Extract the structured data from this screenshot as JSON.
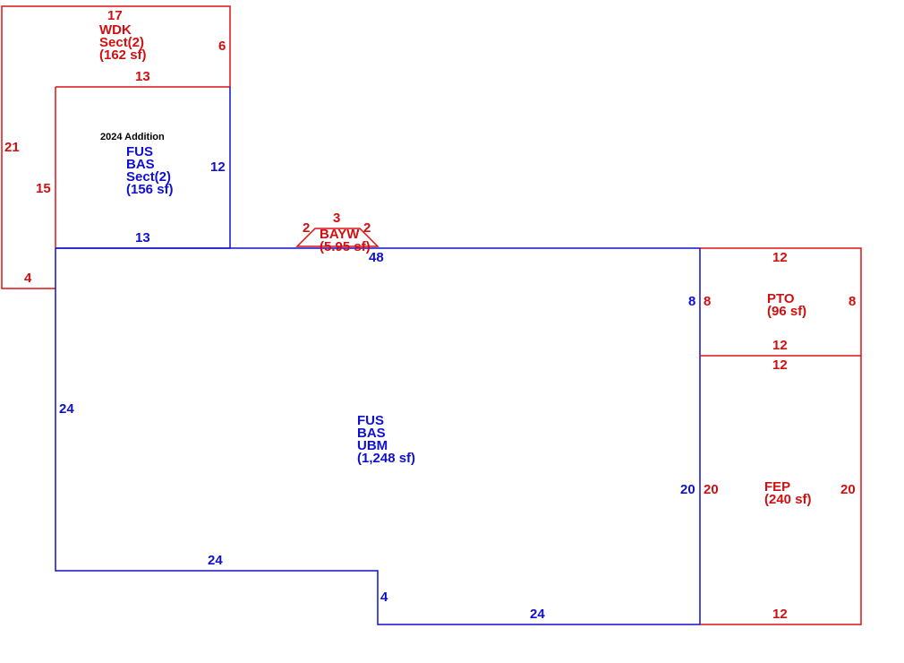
{
  "colors": {
    "blue": "#1010d0",
    "red": "#d01010"
  },
  "addition_note": "2024 Addition",
  "areas": {
    "wdk": {
      "lines": [
        "WDK",
        "Sect(2)",
        "(162 sf)"
      ]
    },
    "fus_sect2": {
      "lines": [
        "FUS",
        "BAS",
        "Sect(2)",
        "(156 sf)"
      ]
    },
    "main": {
      "lines": [
        "FUS",
        "BAS",
        "UBM",
        "(1,248 sf)"
      ]
    },
    "pto": {
      "lines": [
        "PTO",
        "(96 sf)"
      ]
    },
    "fep": {
      "lines": [
        "FEP",
        "(240 sf)"
      ]
    },
    "bay": {
      "lines": [
        "BAYW",
        "(5.95 sf)"
      ]
    }
  },
  "dimensions": {
    "wdk_top": "17",
    "wdk_right": "6",
    "wdk_left": "21",
    "wdk_bottom_left": "4",
    "add_top": "13",
    "add_right": "12",
    "add_left": "15",
    "add_bottom": "13",
    "main_top": "48",
    "main_left": "24",
    "main_bottom_left": "24",
    "main_step": "4",
    "main_bottom_right": "24",
    "main_right_upper": "8",
    "main_right_lower": "20",
    "pto_top": "12",
    "pto_left": "8",
    "pto_right": "8",
    "pto_bottom": "12",
    "fep_top": "12",
    "fep_left": "20",
    "fep_right": "20",
    "fep_bottom": "12",
    "bay_left": "2",
    "bay_top": "3",
    "bay_right": "2"
  }
}
